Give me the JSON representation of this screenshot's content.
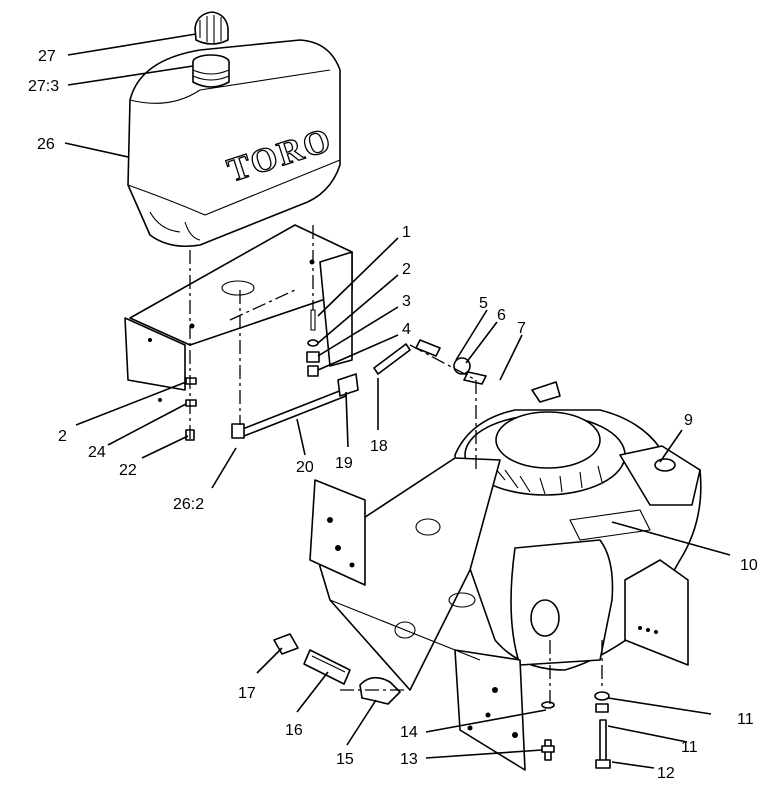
{
  "brand_text": "TORO",
  "callouts": [
    {
      "id": "c27",
      "label": "27"
    },
    {
      "id": "c27-3",
      "label": "27:3"
    },
    {
      "id": "c26",
      "label": "26"
    },
    {
      "id": "c1",
      "label": "1"
    },
    {
      "id": "c2a",
      "label": "2"
    },
    {
      "id": "c3",
      "label": "3"
    },
    {
      "id": "c4",
      "label": "4"
    },
    {
      "id": "c5",
      "label": "5"
    },
    {
      "id": "c6",
      "label": "6"
    },
    {
      "id": "c7",
      "label": "7"
    },
    {
      "id": "c9",
      "label": "9"
    },
    {
      "id": "c10",
      "label": "10"
    },
    {
      "id": "c2b",
      "label": "2"
    },
    {
      "id": "c24",
      "label": "24"
    },
    {
      "id": "c22",
      "label": "22"
    },
    {
      "id": "c20",
      "label": "20"
    },
    {
      "id": "c19",
      "label": "19"
    },
    {
      "id": "c18",
      "label": "18"
    },
    {
      "id": "c26-2",
      "label": "26:2"
    },
    {
      "id": "c17",
      "label": "17"
    },
    {
      "id": "c16",
      "label": "16"
    },
    {
      "id": "c15",
      "label": "15"
    },
    {
      "id": "c14",
      "label": "14"
    },
    {
      "id": "c13",
      "label": "13"
    },
    {
      "id": "c11a",
      "label": "11"
    },
    {
      "id": "c11b",
      "label": "11"
    },
    {
      "id": "c12",
      "label": "12"
    }
  ]
}
